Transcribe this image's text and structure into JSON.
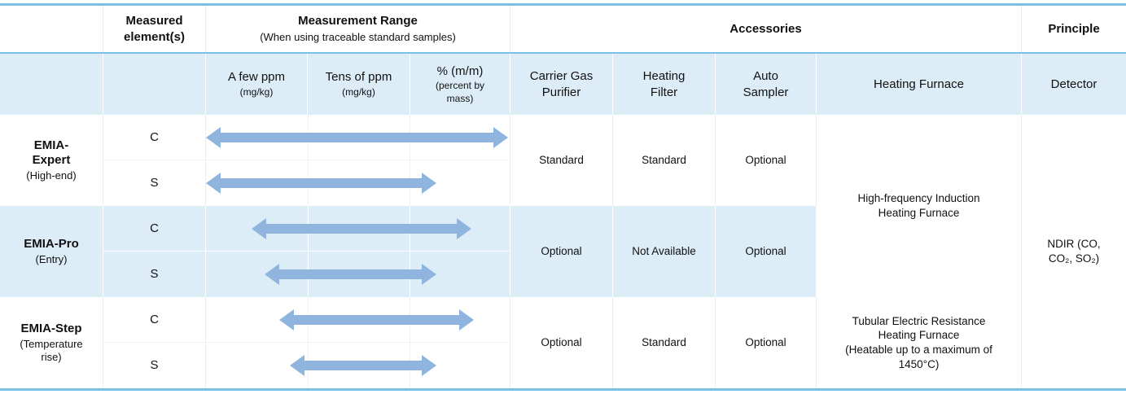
{
  "table": {
    "header": {
      "measured_elements": "Measured element(s)",
      "measurement_range_title": "Measurement Range",
      "measurement_range_subtitle": "(When using traceable standard samples)",
      "accessories": "Accessories",
      "principle": "Principle"
    },
    "subheader": {
      "few_ppm_label": "A few ppm",
      "few_ppm_unit": "(mg/kg)",
      "tens_ppm_label": "Tens of ppm",
      "tens_ppm_unit": "(mg/kg)",
      "percent_label": "% (m/m)",
      "percent_unit": "(percent by mass)",
      "carrier_gas_purifier": "Carrier Gas Purifier",
      "heating_filter": "Heating Filter",
      "auto_sampler": "Auto Sampler",
      "heating_furnace": "Heating Furnace",
      "detector": "Detector"
    },
    "products": [
      {
        "name": "EMIA-Expert",
        "subtitle": "(High-end)",
        "rows": [
          {
            "element": "C",
            "arrow": {
              "left": "0%",
              "width": "99.5%"
            }
          },
          {
            "element": "S",
            "arrow": {
              "left": "0%",
              "width": "75.9%"
            }
          }
        ],
        "accessories": {
          "carrier_gas_purifier": "Standard",
          "heating_filter": "Standard",
          "auto_sampler": "Optional"
        }
      },
      {
        "name": "EMIA-Pro",
        "subtitle": "(Entry)",
        "rows": [
          {
            "element": "C",
            "arrow": {
              "left": "15.0%",
              "width": "72.4%"
            }
          },
          {
            "element": "S",
            "arrow": {
              "left": "19.3%",
              "width": "56.6%"
            }
          }
        ],
        "accessories": {
          "carrier_gas_purifier": "Optional",
          "heating_filter": "Not Available",
          "auto_sampler": "Optional"
        }
      },
      {
        "name": "EMIA-Step",
        "subtitle": "(Temperature rise)",
        "rows": [
          {
            "element": "C",
            "arrow": {
              "left": "24.0%",
              "width": "64.2%"
            }
          },
          {
            "element": "S",
            "arrow": {
              "left": "27.7%",
              "width": "48.2%"
            }
          }
        ],
        "accessories": {
          "carrier_gas_purifier": "Optional",
          "heating_filter": "Standard",
          "auto_sampler": "Optional"
        }
      }
    ],
    "heating_furnace": {
      "expert_pro": "High-frequency Induction\nHeating Furnace",
      "step": "Tubular Electric Resistance\nHeating Furnace\n(Heatable up to a maximum of\n1450°C)"
    },
    "detector_value": "NDIR (CO,\nCO₂, SO₂)"
  },
  "colors": {
    "accent_line": "#79c0e5",
    "light_blue_band": "#ddedf7",
    "arrow_blue": "#8fb5df"
  }
}
